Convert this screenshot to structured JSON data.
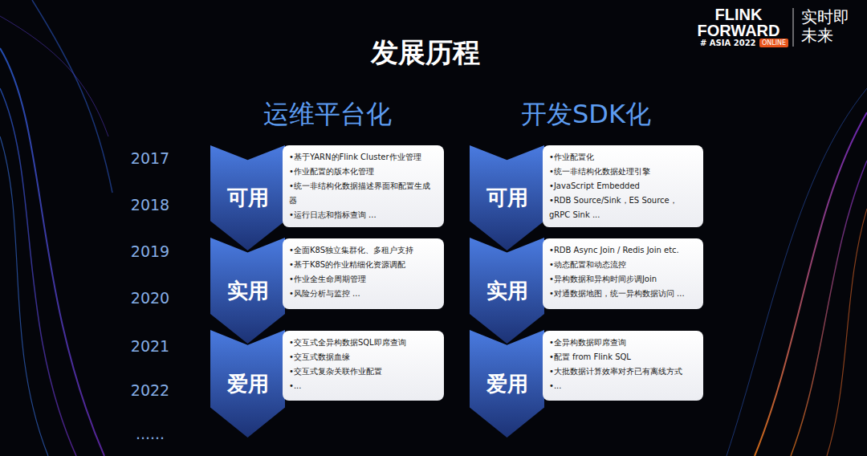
{
  "diagram": {
    "title": "发展历程",
    "nodes": [
      {
        "text": [
          "可用"
        ]
      },
      {
        "text": [
          "•基于YARN的Flink Cluster作业管理",
          "•作业配置的版本化管理",
          "•统一非结构化数据描述界面和配置生成器",
          "•运行日志和指标查询 ..."
        ]
      },
      {
        "text": [
          "实用"
        ]
      },
      {
        "text": [
          "•全面K8S独立集群化、多租户支持",
          "•基于K8S的作业精细化资源调配",
          "•作业全生命周期管理",
          "•风险分析与监控 ..."
        ]
      },
      {
        "text": [
          "爱用"
        ]
      },
      {
        "text": [
          "•交互式全异构数据SQL即席查询",
          "•交互式数据血缘",
          "•交互式复杂关联作业配置",
          "•..."
        ]
      },
      {
        "text": [
          "可用"
        ]
      },
      {
        "text": [
          "•作业配置化",
          "•统一非结构化数据处理引擎",
          "•JavaScript Embedded",
          "•RDB Source/Sink，ES Source，gRPC Sink ..."
        ]
      },
      {
        "text": [
          "实用"
        ]
      },
      {
        "text": [
          "•RDB Async Join / Redis Join etc.",
          "•动态配置和动态流控",
          "•异构数据和异构时间步调Join",
          "•对通数据地图，统一异构数据访问 ..."
        ]
      },
      {
        "text": [
          "爱用"
        ]
      },
      {
        "text": [
          "•全异构数据即席查询",
          "•配置 from Flink SQL",
          "•大批数据计算效率对齐已有离线方式",
          "•..."
        ]
      }
    ],
    "labels": [
      "FLINK FORWARD",
      "# ASIA 2022",
      "ONLINE",
      "实时即 未来",
      "运维平台化",
      "开发SDK化",
      "2017",
      "2018",
      "2019",
      "2020",
      "2021",
      "2022",
      "......"
    ]
  }
}
